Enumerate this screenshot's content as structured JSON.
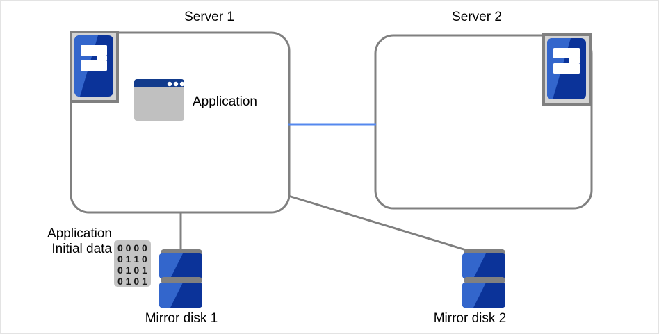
{
  "diagram": {
    "title_server1": "Server 1",
    "title_server2": "Server 2",
    "application_label": "Application",
    "initial_data_line1": "Application",
    "initial_data_line2": "Initial data",
    "mirror_disk_1_label": "Mirror disk 1",
    "mirror_disk_2_label": "Mirror disk 2",
    "binary_rows": [
      "0 0 0 0",
      "0 1 1 0",
      "0 1 0 1",
      "0 1 0 1"
    ],
    "icons": {
      "server_icon": "server-icon",
      "application_window_icon": "application-window-icon",
      "disk_icon": "disk-stack-icon",
      "data_block_icon": "binary-data-icon"
    },
    "colors": {
      "blue_light": "#3366cc",
      "blue_dark": "#0b3399",
      "navy_titlebar": "#123b8c",
      "gray_body": "#c0c0c0",
      "gray_border": "#808080",
      "gray_fill": "#d4d4d4",
      "link_blue": "#5588ee",
      "canvas_border": "#e3e3e3"
    },
    "connections": [
      {
        "name": "server1-to-server2-link",
        "from": "Server 1",
        "to": "Server 2",
        "color": "#5588ee"
      },
      {
        "name": "server1-to-mirror-disk-1",
        "from": "Server 1",
        "to": "Mirror disk 1",
        "color": "#808080"
      },
      {
        "name": "server1-to-mirror-disk-2",
        "from": "Server 1",
        "to": "Mirror disk 2",
        "color": "#808080"
      }
    ]
  }
}
